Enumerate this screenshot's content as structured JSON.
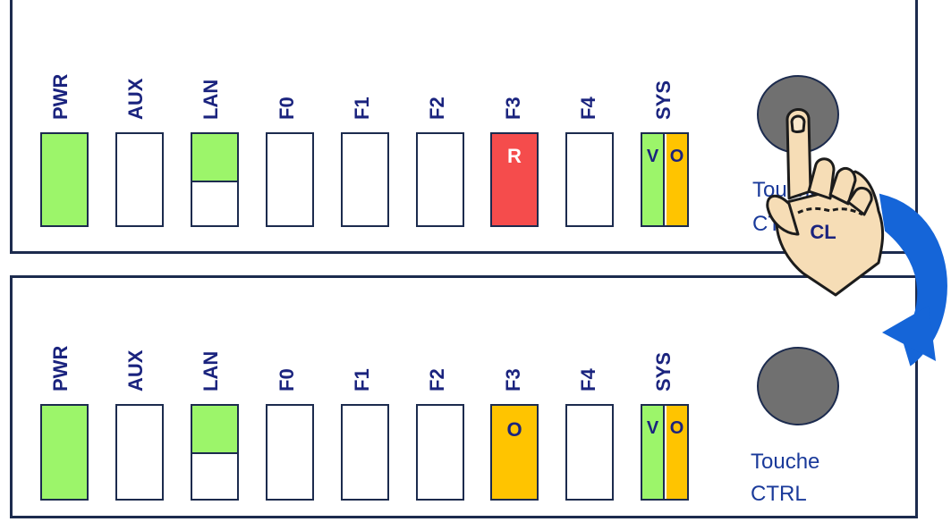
{
  "colors": {
    "green": "#9cf56a",
    "red": "#f54c4c",
    "orange": "#ffc400",
    "border": "#1c2b4e",
    "label": "#1a237e",
    "button": "#707070",
    "arrow": "#1565d8",
    "hand_skin": "#f6ddb6"
  },
  "panels": [
    {
      "leds": [
        {
          "label": "PWR",
          "state": "green-full"
        },
        {
          "label": "AUX",
          "state": "off"
        },
        {
          "label": "LAN",
          "state": "green-top-half"
        },
        {
          "label": "F0",
          "state": "off"
        },
        {
          "label": "F1",
          "state": "off"
        },
        {
          "label": "F2",
          "state": "off"
        },
        {
          "label": "F3",
          "state": "red",
          "letter": "R"
        },
        {
          "label": "F4",
          "state": "off"
        },
        {
          "label": "SYS",
          "state": "split",
          "left_letter": "V",
          "right_letter": "O"
        }
      ],
      "button_label_line1": "Touche",
      "button_label_line2": "CTRL",
      "hand_label": "CL"
    },
    {
      "leds": [
        {
          "label": "PWR",
          "state": "green-full"
        },
        {
          "label": "AUX",
          "state": "off"
        },
        {
          "label": "LAN",
          "state": "green-top-half"
        },
        {
          "label": "F0",
          "state": "off"
        },
        {
          "label": "F1",
          "state": "off"
        },
        {
          "label": "F2",
          "state": "off"
        },
        {
          "label": "F3",
          "state": "orange",
          "letter": "O"
        },
        {
          "label": "F4",
          "state": "off"
        },
        {
          "label": "SYS",
          "state": "split",
          "left_letter": "V",
          "right_letter": "O"
        }
      ],
      "button_label_line1": "Touche",
      "button_label_line2": "CTRL"
    }
  ]
}
